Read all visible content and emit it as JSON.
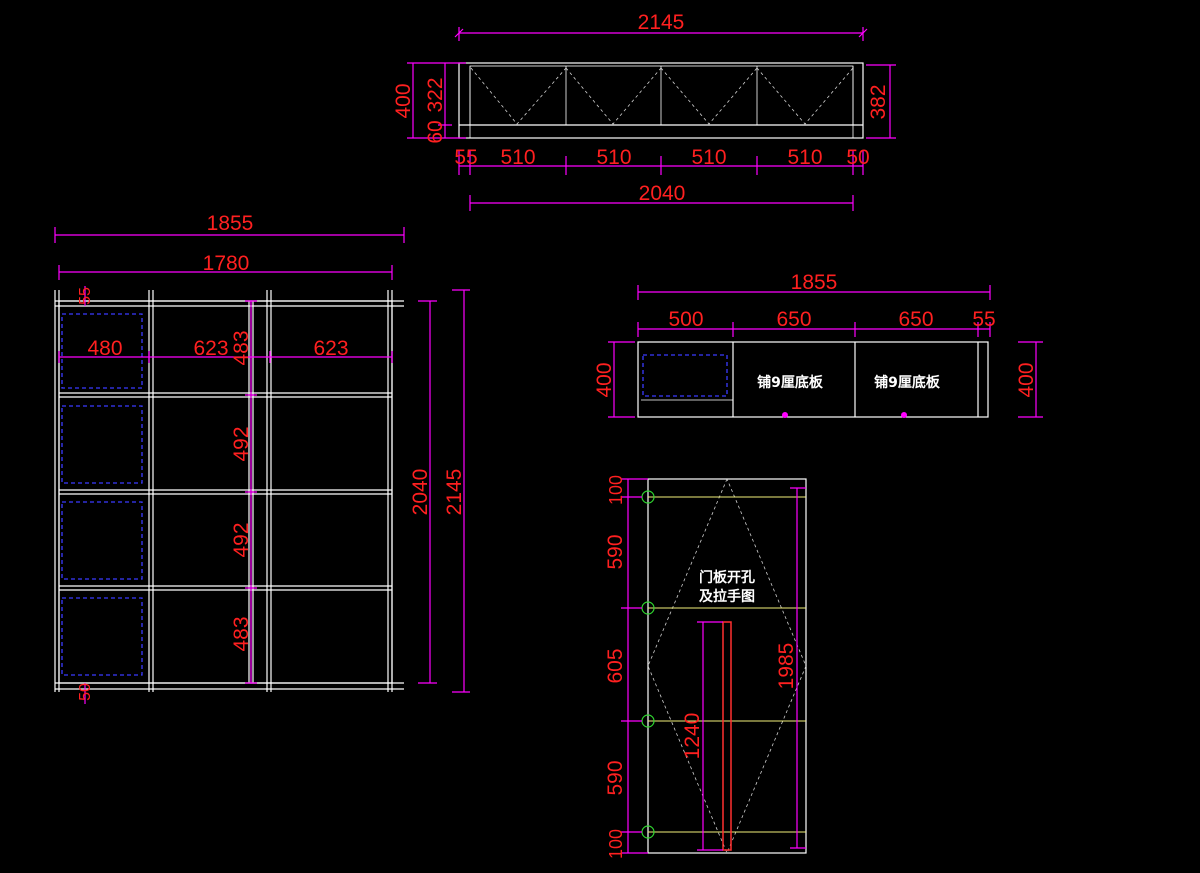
{
  "drawing": {
    "background_color": "#000000",
    "dimension_color": "#ff2020",
    "dimension_line_color": "#ff00ff",
    "outline_color": "#ffffff",
    "hidden_line_color": "#3a3aff"
  },
  "top_elevation": {
    "overall_width": "2145",
    "height_total": "400",
    "height_upper": "322",
    "height_lower": "60",
    "height_right": "382",
    "left_end": "55",
    "bay_1": "510",
    "bay_2": "510",
    "bay_3": "510",
    "bay_4": "510",
    "right_end": "50",
    "inner_width": "2040"
  },
  "front_elevation": {
    "overall_width": "1855",
    "inner_width": "1780",
    "top_offset": "55",
    "bottom_offset": "50",
    "col_1": "480",
    "col_2": "623",
    "col_3": "623",
    "row_1": "483",
    "row_2": "492",
    "row_3": "492",
    "row_4": "483",
    "inner_height": "2040",
    "total_height": "2145"
  },
  "plan_view": {
    "overall_width": "1855",
    "seg_1": "500",
    "seg_2": "650",
    "seg_3": "650",
    "seg_4": "55",
    "depth_left": "400",
    "depth_right": "400",
    "note_1": "铺9厘底板",
    "note_2": "铺9厘底板"
  },
  "door_panel": {
    "caption_line_1": "门板开孔",
    "caption_line_2": "及拉手图",
    "spacing_1": "100",
    "spacing_2": "590",
    "spacing_3": "605",
    "spacing_4": "590",
    "spacing_5": "100",
    "handle_length": "1240",
    "panel_height": "1985"
  }
}
